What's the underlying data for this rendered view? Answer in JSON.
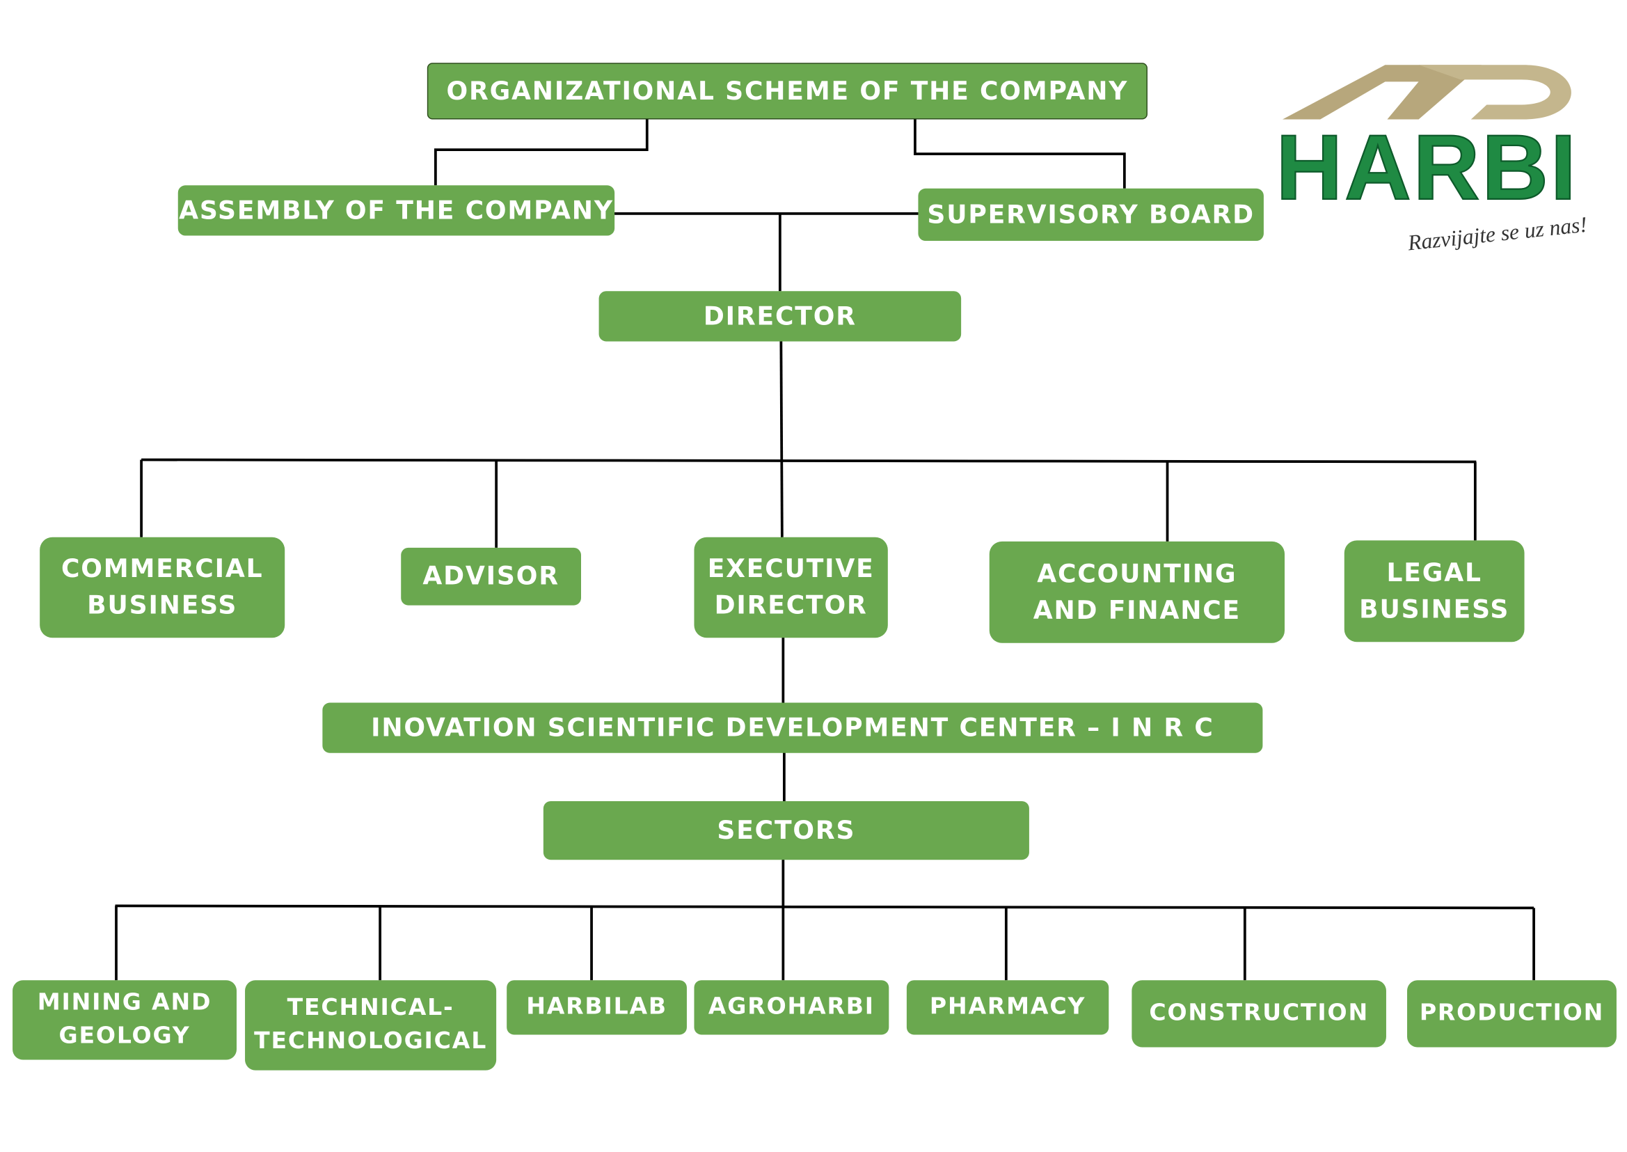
{
  "title": "ORGANIZATIONAL SCHEME OF THE COMPANY",
  "nodes": {
    "assembly": "ASSEMBLY OF THE COMPANY",
    "supervisory": "SUPERVISORY BOARD",
    "director": "DIRECTOR",
    "commercial": "COMMERCIAL\nBUSINESS",
    "advisor": "ADVISOR",
    "executive": "EXECUTIVE\nDIRECTOR",
    "accounting": "ACCOUNTING\nAND FINANCE",
    "legal": "LEGAL\nBUSINESS",
    "inrc": "INOVATION SCIENTIFIC DEVELOPMENT CENTER – I N R C",
    "sectors": "SECTORS",
    "mining": "MINING AND\nGEOLOGY",
    "technical": "TECHNICAL-\nTECHNOLOGICAL",
    "harbilab": "HARBILAB",
    "agroharbi": "AGROHARBI",
    "pharmacy": "PHARMACY",
    "construction": "CONSTRUCTION",
    "production": "PRODUCTION"
  },
  "logo": {
    "mark": "AD",
    "name": "HARBI",
    "slogan": "Razvijajte se uz nas!"
  },
  "colors": {
    "box": "#6aa84f",
    "text": "#ffffff",
    "line": "#000000",
    "logo_green": "#1f8a43",
    "logo_gold": "#b7a77c"
  }
}
